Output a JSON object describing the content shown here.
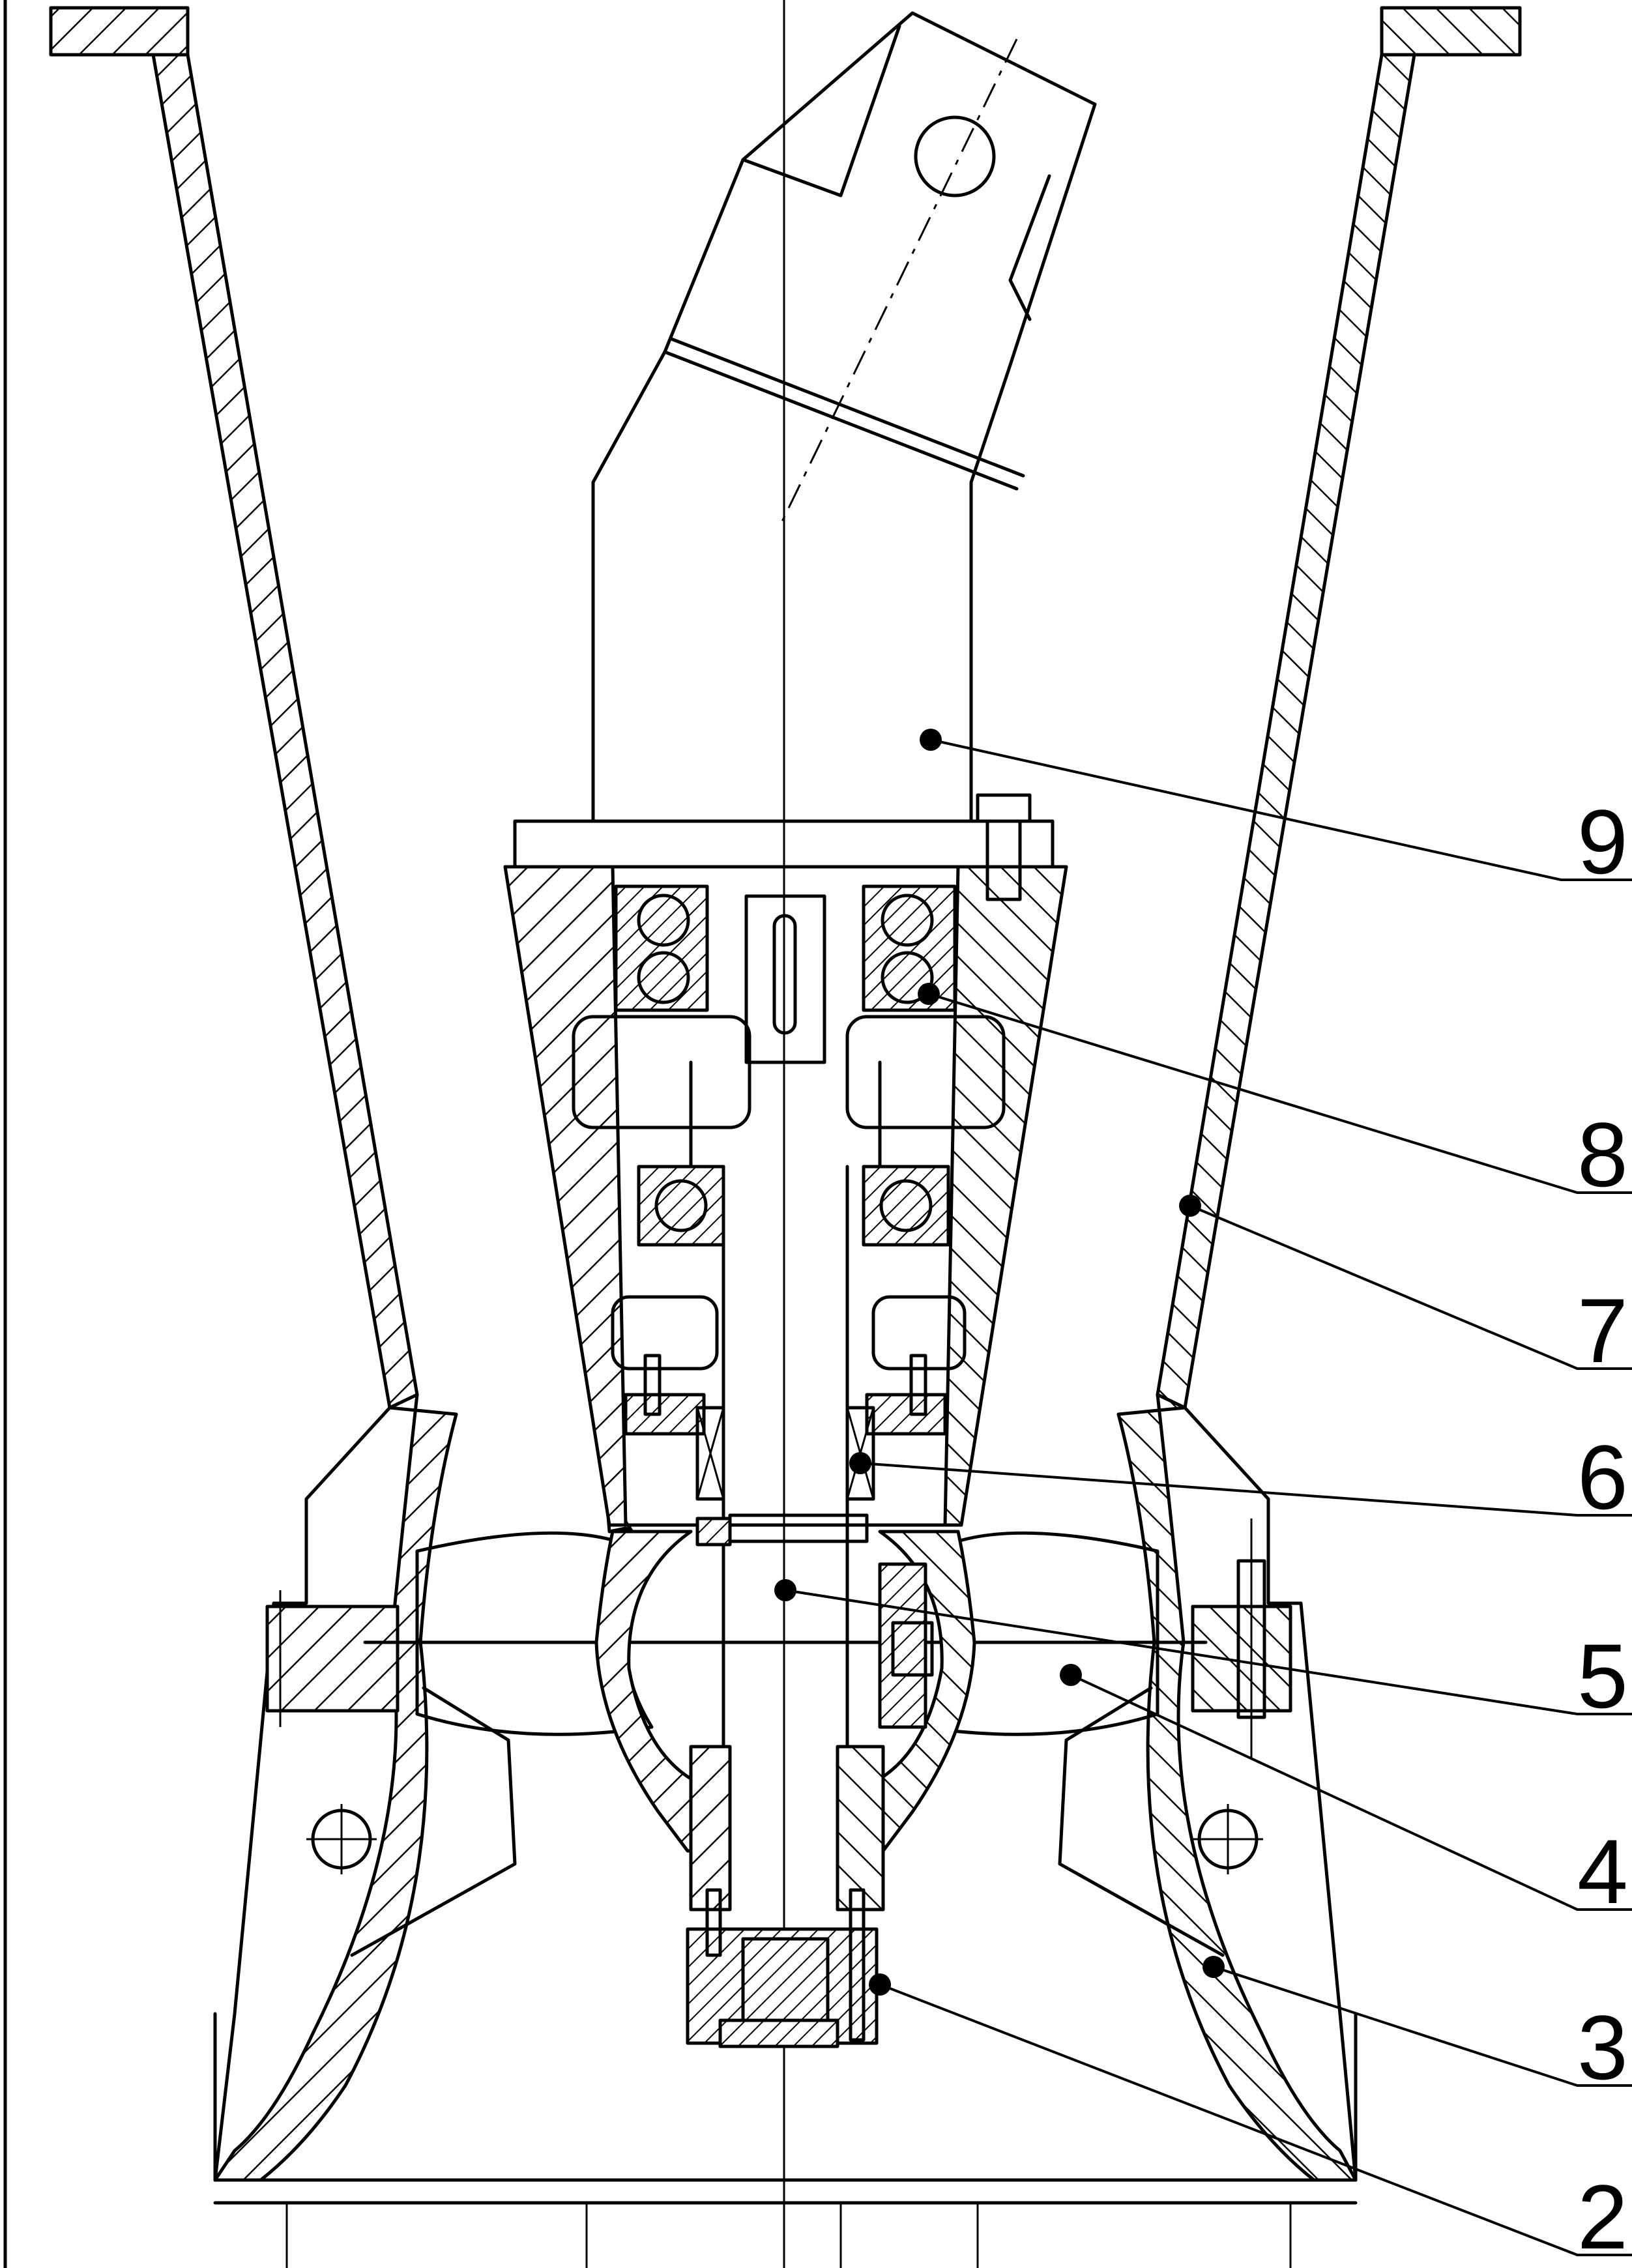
{
  "callouts": [
    {
      "id": "9",
      "label": "9"
    },
    {
      "id": "8",
      "label": "8"
    },
    {
      "id": "7",
      "label": "7"
    },
    {
      "id": "6",
      "label": "6"
    },
    {
      "id": "5",
      "label": "5"
    },
    {
      "id": "4",
      "label": "4"
    },
    {
      "id": "3",
      "label": "3"
    },
    {
      "id": "2",
      "label": "2"
    }
  ],
  "colors": {
    "line": "#000000",
    "background": "#ffffff"
  }
}
